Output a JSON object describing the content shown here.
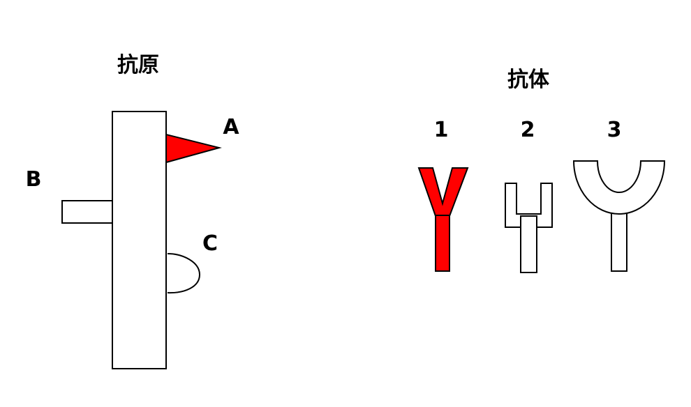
{
  "antigen": {
    "title": "抗原",
    "sites": [
      {
        "label": "A",
        "shape": "triangle",
        "color": "#ff0000"
      },
      {
        "label": "B",
        "shape": "rectangle",
        "color": "#ffffff"
      },
      {
        "label": "C",
        "shape": "semicircle",
        "color": "#ffffff"
      }
    ]
  },
  "antibody": {
    "title": "抗体",
    "items": [
      {
        "label": "1",
        "shape": "v-shape",
        "color": "#ff0000"
      },
      {
        "label": "2",
        "shape": "square-fork",
        "color": "#ffffff"
      },
      {
        "label": "3",
        "shape": "u-shape",
        "color": "#ffffff"
      }
    ]
  },
  "colors": {
    "stroke": "#000000",
    "highlight": "#ff0000"
  }
}
